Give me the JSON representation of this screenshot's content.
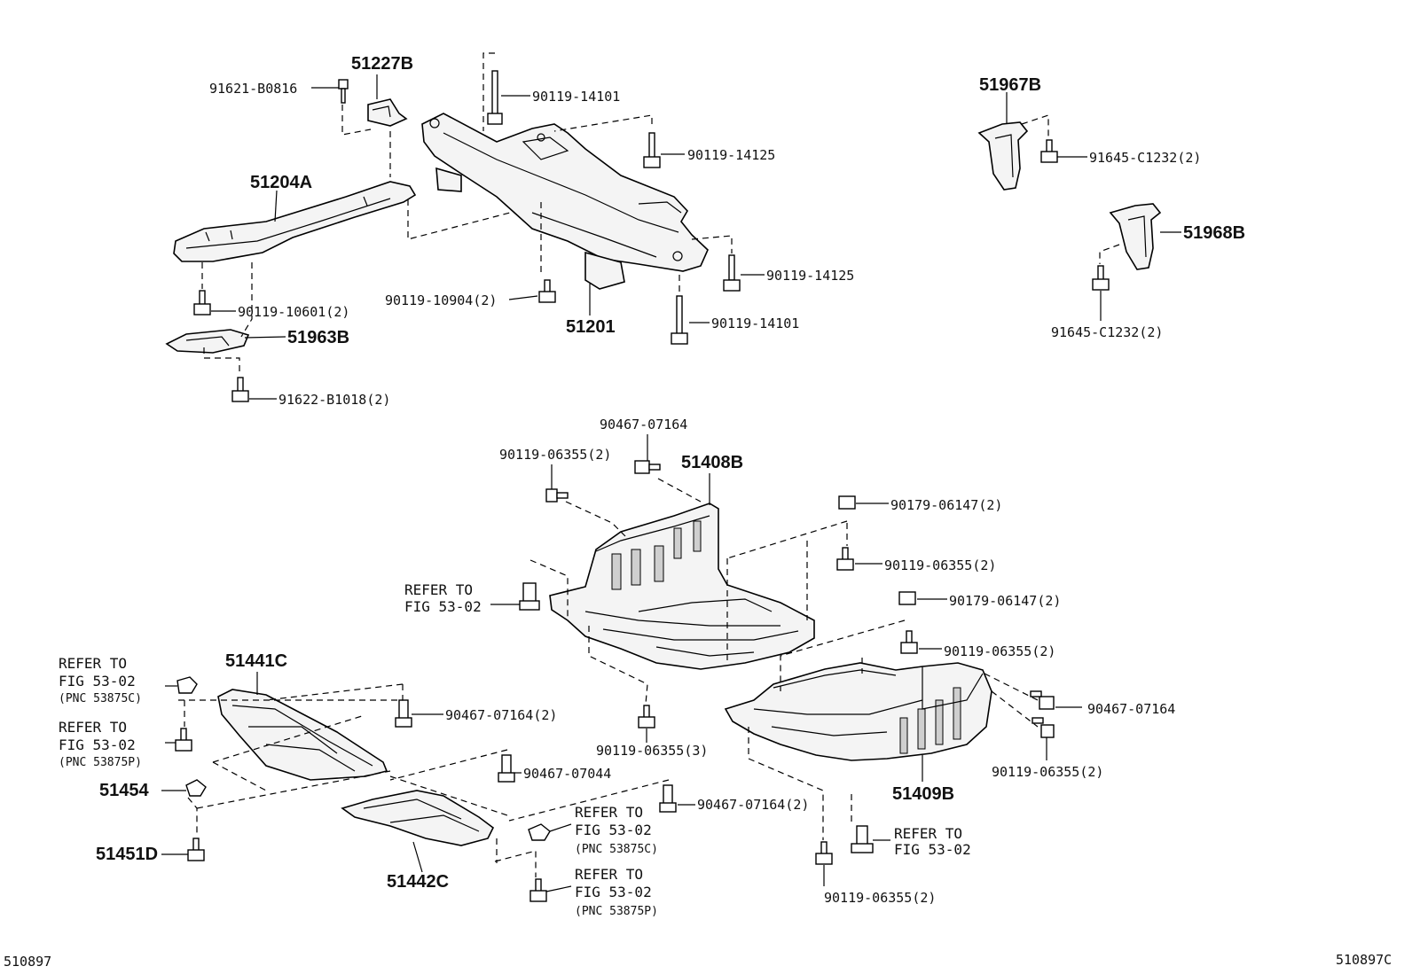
{
  "figure_code_left": "510897",
  "figure_code_right": "510897C",
  "parts": {
    "p51227B": "51227B",
    "p91621": "91621-B0816",
    "p51204A": "51204A",
    "p90119_14101_top": "90119-14101",
    "p90119_14125_top": "90119-14125",
    "p90119_14125_mid": "90119-14125",
    "p90119_14101_bot": "90119-14101",
    "p90119_10904": "90119-10904(2)",
    "p51201": "51201",
    "p90119_10601": "90119-10601(2)",
    "p51963B": "51963B",
    "p91622": "91622-B1018(2)",
    "p51967B": "51967B",
    "p91645_top": "91645-C1232(2)",
    "p51968B": "51968B",
    "p91645_bot": "91645-C1232(2)",
    "p90467_07164_top": "90467-07164",
    "p90119_06355_a": "90119-06355(2)",
    "p51408B": "51408B",
    "p90179_06147_a": "90179-06147(2)",
    "p90119_06355_b": "90119-06355(2)",
    "p90179_06147_b": "90179-06147(2)",
    "p90119_06355_c": "90119-06355(2)",
    "p90467_07164_right": "90467-07164",
    "p90119_06355_d": "90119-06355(2)",
    "p51409B": "51409B",
    "p90119_06355_3": "90119-06355(3)",
    "p90467_07164_mid": "90467-07164(2)",
    "p51441C": "51441C",
    "p90467_07164_left": "90467-07164(2)",
    "p90467_07044": "90467-07044",
    "p51454": "51454",
    "p51451D": "51451D",
    "p51442C": "51442C",
    "p90119_06355_e": "90119-06355(2)"
  },
  "refs": {
    "ref_mid_1": "REFER TO",
    "ref_mid_2": "FIG 53-02",
    "ref_left_a1": "REFER TO",
    "ref_left_a2": "FIG 53-02",
    "ref_left_a3": "(PNC 53875C)",
    "ref_left_b1": "REFER TO",
    "ref_left_b2": "FIG 53-02",
    "ref_left_b3": "(PNC 53875P)",
    "ref_bc_a1": "REFER TO",
    "ref_bc_a2": "FIG 53-02",
    "ref_bc_a3": "(PNC 53875C)",
    "ref_bc_b1": "REFER TO",
    "ref_bc_b2": "FIG 53-02",
    "ref_bc_b3": "(PNC 53875P)",
    "ref_br_1": "REFER TO",
    "ref_br_2": "FIG 53-02"
  }
}
